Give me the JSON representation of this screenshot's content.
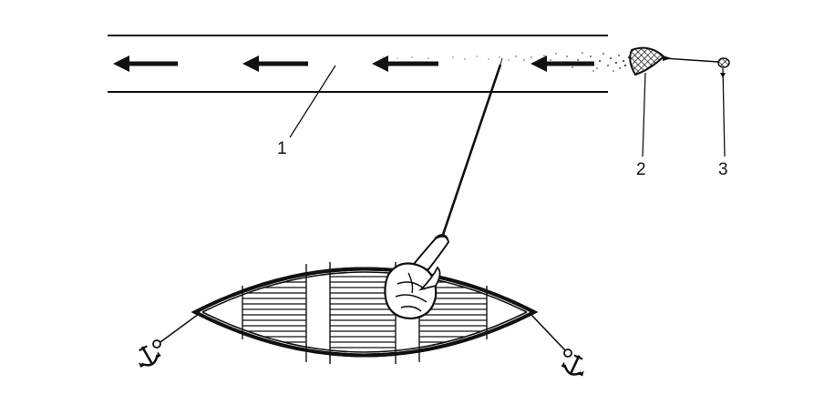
{
  "labels": {
    "stream": "1",
    "feeder": "2",
    "float": "3"
  },
  "colors": {
    "ink": "#111111",
    "background": "#ffffff"
  },
  "icons": {
    "flow_arrow": "left-arrow",
    "anchor": "anchor-icon"
  }
}
